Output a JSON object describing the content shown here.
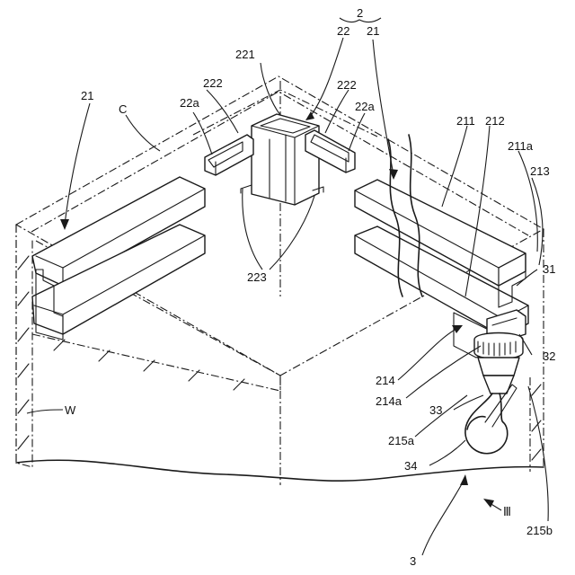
{
  "labels": {
    "l2": "2",
    "l22": "22",
    "l21_top": "21",
    "l221": "221",
    "l222_left": "222",
    "l222_right": "222",
    "l22a_left": "22a",
    "l22a_right": "22a",
    "l21_left": "21",
    "lC": "C",
    "l211": "211",
    "l212": "212",
    "l211a": "211a",
    "l213": "213",
    "l31": "31",
    "l223": "223",
    "l32": "32",
    "l214": "214",
    "l214a": "214a",
    "lW": "W",
    "l33": "33",
    "l215a": "215a",
    "l34": "34",
    "lIII": "Ⅲ",
    "l215b": "215b",
    "l3": "3"
  }
}
